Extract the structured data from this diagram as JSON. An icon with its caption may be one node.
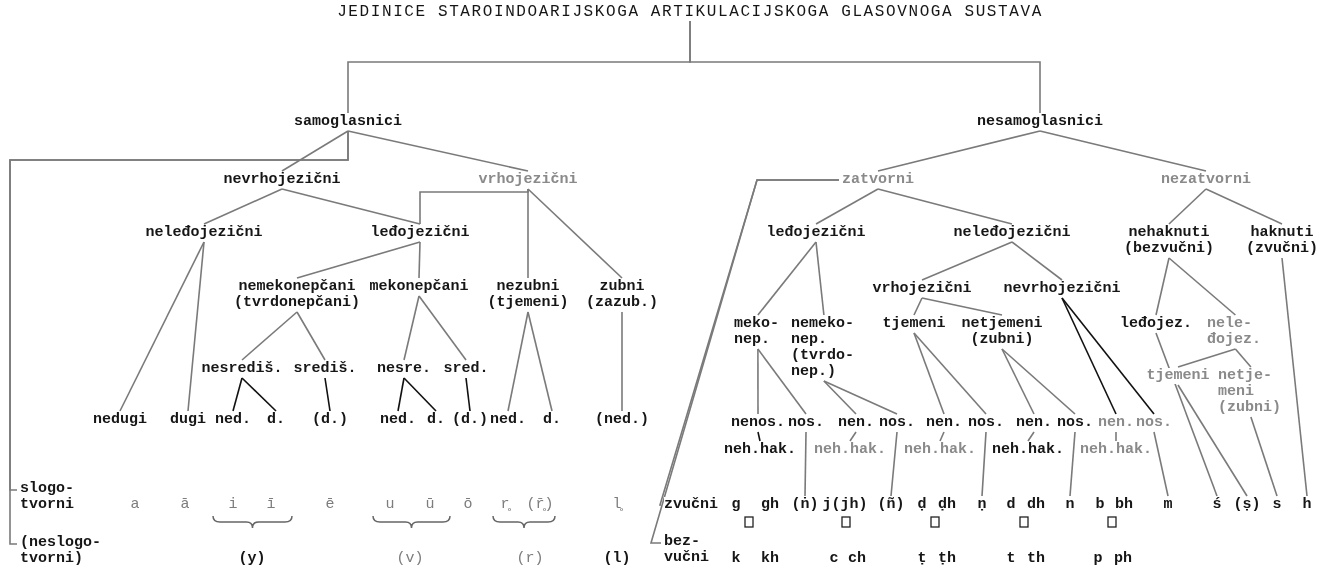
{
  "diagram": {
    "nodes": [
      {
        "text": [
          "JEDINICE STAROINDOARIJSKOGA ARTIKULACIJSKOGA GLASOVNOGA SUSTAVA"
        ]
      },
      {
        "text": [
          "samoglasnici"
        ]
      },
      {
        "text": [
          "nesamoglasnici"
        ]
      },
      {
        "text": [
          "nevrhojezični"
        ]
      },
      {
        "text": [
          "vrhojezični"
        ]
      },
      {
        "text": [
          "neleđojezični"
        ]
      },
      {
        "text": [
          "leđojezični"
        ]
      },
      {
        "text": [
          "nemekonepčani (tvrdonepčani)"
        ]
      },
      {
        "text": [
          "mekonepčani"
        ]
      },
      {
        "text": [
          "nezubni (tjemeni)"
        ]
      },
      {
        "text": [
          "zubni (zazub.)"
        ]
      },
      {
        "text": [
          "nesrediš."
        ]
      },
      {
        "text": [
          "središ."
        ]
      },
      {
        "text": [
          "nesre."
        ]
      },
      {
        "text": [
          "sred."
        ]
      },
      {
        "text": [
          "nedugi"
        ]
      },
      {
        "text": [
          "dugi"
        ]
      },
      {
        "text": [
          "ned."
        ]
      },
      {
        "text": [
          "d."
        ]
      },
      {
        "text": [
          "(d.)"
        ]
      },
      {
        "text": [
          "ned."
        ]
      },
      {
        "text": [
          "d."
        ]
      },
      {
        "text": [
          "(d.)"
        ]
      },
      {
        "text": [
          "ned."
        ]
      },
      {
        "text": [
          "d."
        ]
      },
      {
        "text": [
          "(ned.)"
        ]
      },
      {
        "text": [
          "zatvorni"
        ]
      },
      {
        "text": [
          "nezatvorni"
        ]
      },
      {
        "text": [
          "leđojezični"
        ]
      },
      {
        "text": [
          "neleđojezični"
        ]
      },
      {
        "text": [
          "nehaknuti (bezvučni)"
        ]
      },
      {
        "text": [
          "haknuti (zvučni)"
        ]
      },
      {
        "text": [
          "vrhojezični"
        ]
      },
      {
        "text": [
          "nevrhojezični"
        ]
      },
      {
        "text": [
          "meko- nep."
        ]
      },
      {
        "text": [
          "nemeko- nep. (tvrdo- nep.)"
        ]
      },
      {
        "text": [
          "tjemeni"
        ]
      },
      {
        "text": [
          "netjemeni (zubni)"
        ]
      },
      {
        "text": [
          "leđojez."
        ]
      },
      {
        "text": [
          "nele- đojez."
        ]
      },
      {
        "text": [
          "tjemeni"
        ]
      },
      {
        "text": [
          "netje- meni (zubni)"
        ]
      },
      {
        "text": [
          "nenos."
        ]
      },
      {
        "text": [
          "nos."
        ]
      },
      {
        "text": [
          "nen."
        ]
      },
      {
        "text": [
          "nos."
        ]
      },
      {
        "text": [
          "nen."
        ]
      },
      {
        "text": [
          "nos."
        ]
      },
      {
        "text": [
          "nen."
        ]
      },
      {
        "text": [
          "nos."
        ]
      },
      {
        "text": [
          "nen."
        ]
      },
      {
        "text": [
          "nos."
        ]
      },
      {
        "text": [
          "neh.hak."
        ]
      },
      {
        "text": [
          "neh.hak."
        ]
      },
      {
        "text": [
          "neh.hak."
        ]
      },
      {
        "text": [
          "neh.hak."
        ]
      },
      {
        "text": [
          "neh.hak."
        ]
      },
      {
        "text": [
          "(ṅ)"
        ]
      },
      {
        "text": [
          "(ñ)"
        ]
      },
      {
        "text": [
          "ṇ"
        ]
      },
      {
        "text": [
          "n"
        ]
      },
      {
        "text": [
          "m"
        ]
      },
      {
        "text": [
          "ś"
        ]
      },
      {
        "text": [
          "(ṣ)"
        ]
      },
      {
        "text": [
          "s"
        ]
      },
      {
        "text": [
          "h"
        ]
      },
      {
        "text": [
          "slogo- tvorni"
        ]
      },
      {
        "text": [
          "(neslogo- tvorni)"
        ]
      },
      {
        "text": [
          "zvučni"
        ]
      },
      {
        "text": [
          "bez- vučni"
        ]
      }
    ],
    "edges": [
      {
        "from": 0,
        "to": 1,
        "arrow": "none"
      },
      {
        "from": 0,
        "to": 2,
        "arrow": "none"
      },
      {
        "from": 1,
        "to": 3,
        "arrow": "none"
      },
      {
        "from": 1,
        "to": 4,
        "arrow": "none"
      },
      {
        "from": 1,
        "to": 66,
        "arrow": "none"
      },
      {
        "from": 1,
        "to": 67,
        "arrow": "none"
      },
      {
        "from": 3,
        "to": 5,
        "arrow": "none"
      },
      {
        "from": 3,
        "to": 6,
        "arrow": "none"
      },
      {
        "from": 4,
        "to": 6,
        "arrow": "none"
      },
      {
        "from": 4,
        "to": 9,
        "arrow": "none"
      },
      {
        "from": 4,
        "to": 10,
        "arrow": "none"
      },
      {
        "from": 5,
        "to": 15,
        "arrow": "none"
      },
      {
        "from": 5,
        "to": 16,
        "arrow": "none"
      },
      {
        "from": 6,
        "to": 7,
        "arrow": "none"
      },
      {
        "from": 6,
        "to": 8,
        "arrow": "none"
      },
      {
        "from": 7,
        "to": 11,
        "arrow": "none"
      },
      {
        "from": 7,
        "to": 12,
        "arrow": "none"
      },
      {
        "from": 8,
        "to": 13,
        "arrow": "none"
      },
      {
        "from": 8,
        "to": 14,
        "arrow": "none"
      },
      {
        "from": 11,
        "to": 17,
        "arrow": "none",
        "color": "#111111"
      },
      {
        "from": 11,
        "to": 18,
        "arrow": "none",
        "color": "#111111"
      },
      {
        "from": 12,
        "to": 19,
        "arrow": "none",
        "color": "#111111"
      },
      {
        "from": 13,
        "to": 20,
        "arrow": "none",
        "color": "#111111"
      },
      {
        "from": 13,
        "to": 21,
        "arrow": "none",
        "color": "#111111"
      },
      {
        "from": 14,
        "to": 22,
        "arrow": "none",
        "color": "#111111"
      },
      {
        "from": 9,
        "to": 23,
        "arrow": "none"
      },
      {
        "from": 9,
        "to": 24,
        "arrow": "none"
      },
      {
        "from": 10,
        "to": 25,
        "arrow": "none"
      },
      {
        "from": 2,
        "to": 26,
        "arrow": "none"
      },
      {
        "from": 2,
        "to": 27,
        "arrow": "none"
      },
      {
        "from": 26,
        "to": 28,
        "arrow": "none"
      },
      {
        "from": 26,
        "to": 29,
        "arrow": "none"
      },
      {
        "from": 26,
        "to": 68,
        "arrow": "none"
      },
      {
        "from": 26,
        "to": 69,
        "arrow": "none"
      },
      {
        "from": 27,
        "to": 30,
        "arrow": "none"
      },
      {
        "from": 27,
        "to": 31,
        "arrow": "none"
      },
      {
        "from": 28,
        "to": 34,
        "arrow": "none"
      },
      {
        "from": 28,
        "to": 35,
        "arrow": "none"
      },
      {
        "from": 29,
        "to": 32,
        "arrow": "none"
      },
      {
        "from": 29,
        "to": 33,
        "arrow": "none"
      },
      {
        "from": 32,
        "to": 36,
        "arrow": "none"
      },
      {
        "from": 32,
        "to": 37,
        "arrow": "none"
      },
      {
        "from": 30,
        "to": 38,
        "arrow": "none"
      },
      {
        "from": 30,
        "to": 39,
        "arrow": "none"
      },
      {
        "from": 39,
        "to": 40,
        "arrow": "none"
      },
      {
        "from": 39,
        "to": 41,
        "arrow": "none"
      },
      {
        "from": 34,
        "to": 42,
        "arrow": "none"
      },
      {
        "from": 34,
        "to": 43,
        "arrow": "none"
      },
      {
        "from": 35,
        "to": 44,
        "arrow": "none"
      },
      {
        "from": 35,
        "to": 45,
        "arrow": "none"
      },
      {
        "from": 36,
        "to": 46,
        "arrow": "none"
      },
      {
        "from": 36,
        "to": 47,
        "arrow": "none"
      },
      {
        "from": 37,
        "to": 48,
        "arrow": "none"
      },
      {
        "from": 37,
        "to": 49,
        "arrow": "none"
      },
      {
        "from": 33,
        "to": 50,
        "arrow": "none",
        "color": "#111111"
      },
      {
        "from": 33,
        "to": 51,
        "arrow": "none",
        "color": "#111111"
      },
      {
        "from": 42,
        "to": 52,
        "arrow": "none",
        "color": "#111111"
      },
      {
        "from": 44,
        "to": 53,
        "arrow": "none"
      },
      {
        "from": 46,
        "to": 54,
        "arrow": "none"
      },
      {
        "from": 48,
        "to": 55,
        "arrow": "none"
      },
      {
        "from": 50,
        "to": 56,
        "arrow": "none"
      },
      {
        "from": 43,
        "to": 57,
        "arrow": "none"
      },
      {
        "from": 45,
        "to": 58,
        "arrow": "none"
      },
      {
        "from": 47,
        "to": 59,
        "arrow": "none"
      },
      {
        "from": 49,
        "to": 60,
        "arrow": "none"
      },
      {
        "from": 51,
        "to": 61,
        "arrow": "none"
      },
      {
        "from": 38,
        "to": 62,
        "arrow": "none"
      },
      {
        "from": 40,
        "to": 63,
        "arrow": "none"
      },
      {
        "from": 41,
        "to": 64,
        "arrow": "none"
      },
      {
        "from": 31,
        "to": 65,
        "arrow": "none"
      }
    ],
    "labels": [
      "a",
      "ā",
      "i",
      "ī",
      "ē",
      "u",
      "ū",
      "ō",
      "r̥",
      "(r̥̄)",
      "l̥",
      "(y)",
      "(v)",
      "(r)",
      "(l)",
      "g",
      "gh",
      "j(jh)",
      "ḍ",
      "ḍh",
      "d",
      "dh",
      "b",
      "bh",
      "k",
      "kh",
      "c",
      "ch",
      "ṭ",
      "ṭh",
      "t",
      "th",
      "p",
      "ph"
    ]
  }
}
